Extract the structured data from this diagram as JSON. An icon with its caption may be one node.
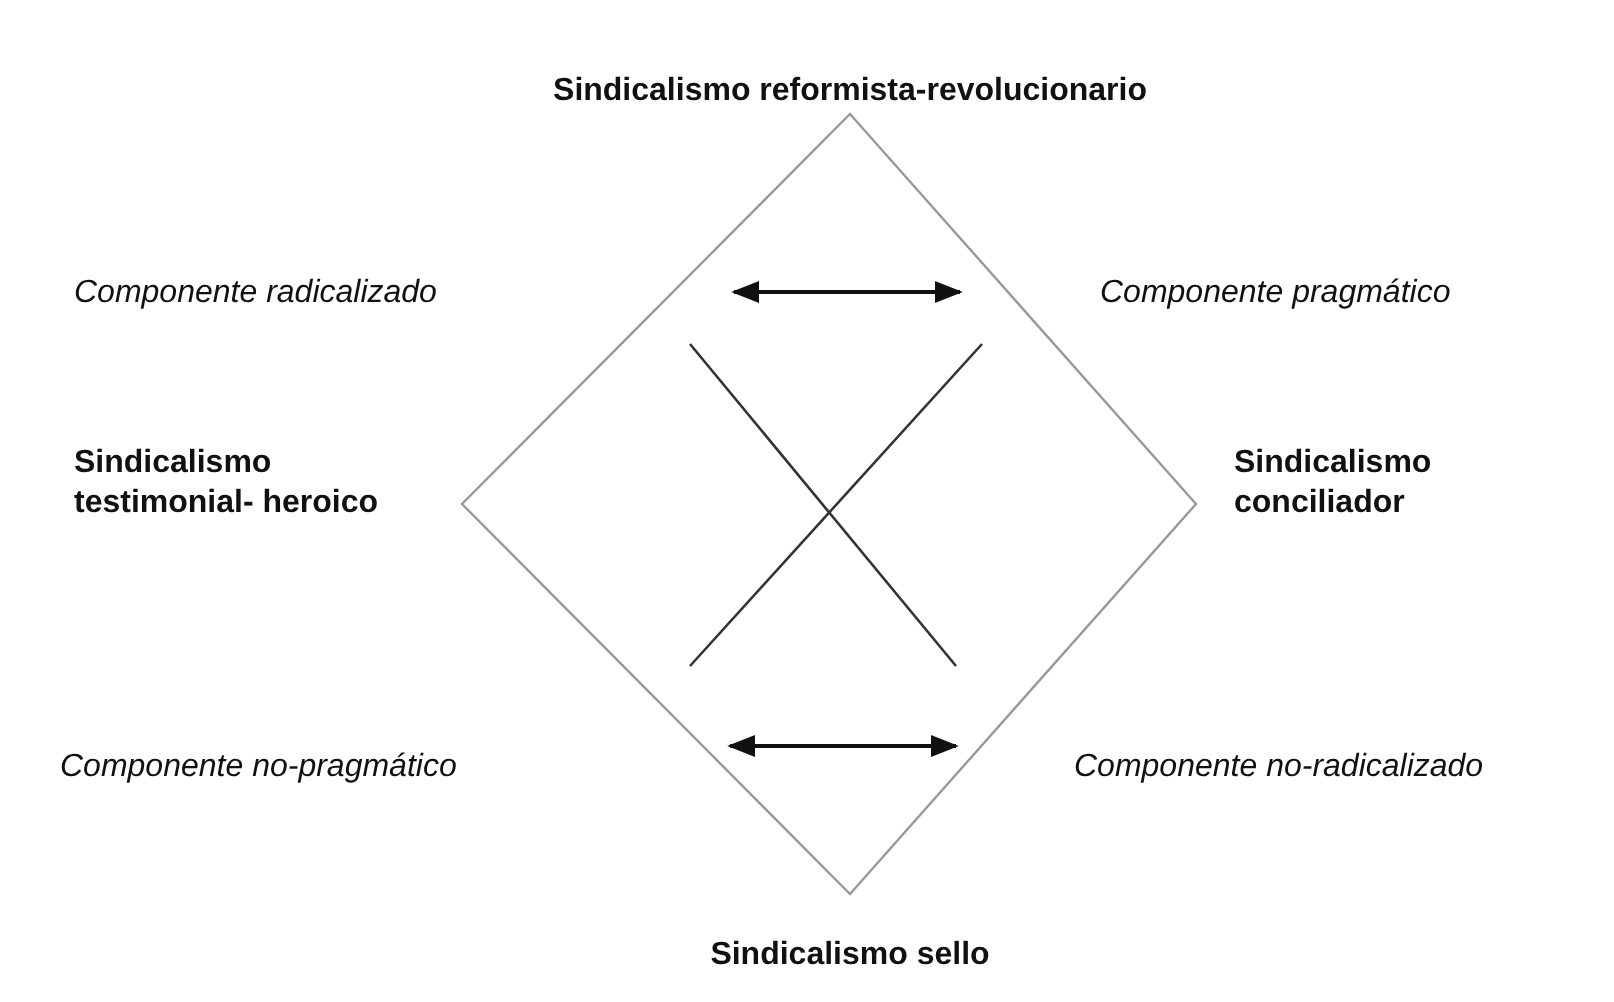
{
  "diagram": {
    "labels": [
      "Sindicalismo reformista-revolucionario",
      "Componente radicalizado",
      "Componente pragmático",
      "Sindicalismo testimonial- heroico",
      "Sindicalismo conciliador",
      "Componente no-pragmático",
      "Componente no-radicalizado",
      "Sindicalismo sello"
    ]
  }
}
